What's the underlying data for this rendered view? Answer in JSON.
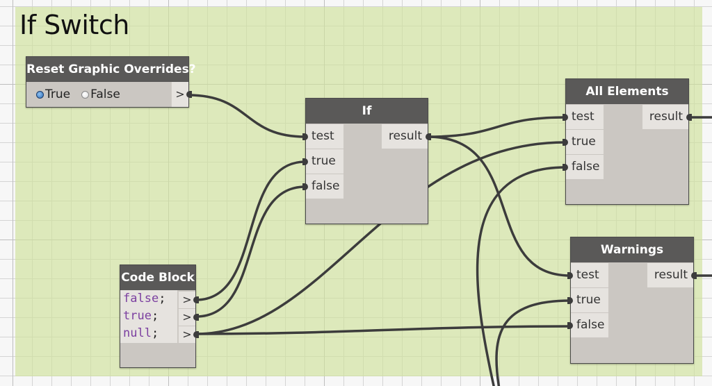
{
  "canvas": {
    "grid_color": "#d4d4d4",
    "background": "#f7f7f7"
  },
  "group": {
    "title": "If Switch",
    "color": "#d0e29e"
  },
  "nodes": {
    "reset": {
      "title": "Reset Graphic Overrides?",
      "options": [
        {
          "label": "True",
          "checked": true
        },
        {
          "label": "False",
          "checked": false
        }
      ],
      "output": ">"
    },
    "if_node": {
      "title": "If",
      "inputs": [
        "test",
        "true",
        "false"
      ],
      "output": "result"
    },
    "all_elements": {
      "title": "All Elements",
      "inputs": [
        "test",
        "true",
        "false"
      ],
      "output": "result"
    },
    "warnings": {
      "title": "Warnings",
      "inputs": [
        "test",
        "true",
        "false"
      ],
      "output": "result"
    },
    "code_block": {
      "title": "Code Block",
      "lines": [
        {
          "keyword": "false",
          "semi": ";",
          "output": ">"
        },
        {
          "keyword": "true",
          "semi": ";",
          "output": ">"
        },
        {
          "keyword": "null",
          "semi": ";",
          "output": ">"
        }
      ]
    }
  },
  "wire_color": "#3c3c3c",
  "node_header_color": "#5a5958",
  "node_body_color": "#cbc7c2",
  "code_keyword_color": "#7b3fa0"
}
